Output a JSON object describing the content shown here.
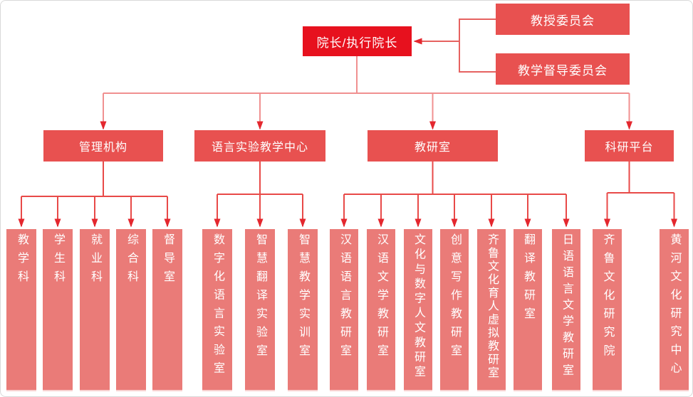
{
  "title": "学院组织结构图",
  "palette": {
    "dean_bg": "#e7111e",
    "committee_bg": "#e85150",
    "level2_bg": "#e85150",
    "child_bg": "#ea7b78",
    "trunk_line": "#f09090",
    "bracket_line": "#e66260",
    "branch_line": "#e84a48",
    "arrow": "#e4272e",
    "text_color": "#ffffff"
  },
  "dean": {
    "label": "院长/执行院长"
  },
  "committees": [
    {
      "label": "教授委员会"
    },
    {
      "label": "教学督导委员会"
    }
  ],
  "groups": [
    {
      "label": "管理机构",
      "children": [
        "教学科",
        "学生科",
        "就业科",
        "综合科",
        "督导室"
      ]
    },
    {
      "label": "语言实验教学中心",
      "children": [
        "数字化语言实验室",
        "智慧翻译实验室",
        "智慧教学实训室"
      ]
    },
    {
      "label": "教研室",
      "children": [
        "汉语语言教研室",
        "汉语文学教研室",
        "文化与数字人文教研室",
        "创意写作教研室",
        "齐鲁文化育人虚拟教研室",
        "翻译教研室",
        "日语语言文学教研室"
      ]
    },
    {
      "label": "科研平台",
      "children": [
        "齐鲁文化研究院",
        "黄河文化研究中心"
      ]
    }
  ]
}
